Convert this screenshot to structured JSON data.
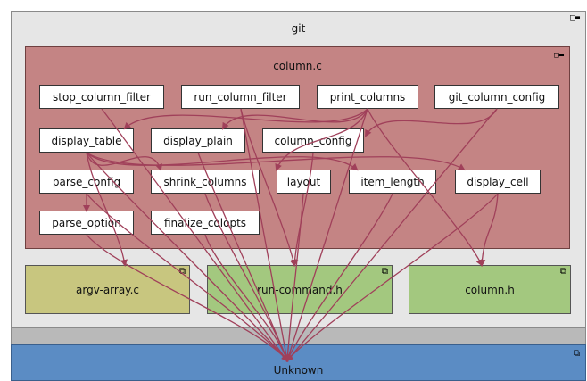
{
  "containers": {
    "git": {
      "title": "git"
    },
    "column_c": {
      "title": "column.c"
    }
  },
  "window_controls": {
    "collapse_glyph": "□▬",
    "external_glyph": "⧉"
  },
  "nodes": {
    "stop_column_filter": "stop_column_filter",
    "run_column_filter": "run_column_filter",
    "print_columns": "print_columns",
    "git_column_config": "git_column_config",
    "display_table": "display_table",
    "display_plain": "display_plain",
    "column_config": "column_config",
    "parse_config": "parse_config",
    "shrink_columns": "shrink_columns",
    "layout": "layout",
    "item_length": "item_length",
    "display_cell": "display_cell",
    "parse_option": "parse_option",
    "finalize_colopts": "finalize_colopts"
  },
  "external": {
    "argv_array": "argv-array.c",
    "run_command": "run-command.h",
    "column_h": "column.h",
    "unknown": "Unknown"
  },
  "colors": {
    "edge": "#a0405a",
    "git_bg": "#e6e6e6",
    "column_bg": "#c48484",
    "argv_bg": "#c8c67f",
    "header_bg": "#a3c87f",
    "unknown_bg": "#5b8cc4"
  },
  "edges": [
    [
      "stop_column_filter",
      "unknown"
    ],
    [
      "run_column_filter",
      "unknown"
    ],
    [
      "run_column_filter",
      "run_command"
    ],
    [
      "print_columns",
      "display_table"
    ],
    [
      "print_columns",
      "display_plain"
    ],
    [
      "print_columns",
      "layout"
    ],
    [
      "print_columns",
      "unknown"
    ],
    [
      "print_columns",
      "column_h"
    ],
    [
      "git_column_config",
      "column_config"
    ],
    [
      "git_column_config",
      "unknown"
    ],
    [
      "display_table",
      "shrink_columns"
    ],
    [
      "display_table",
      "display_cell"
    ],
    [
      "display_table",
      "item_length"
    ],
    [
      "display_table",
      "argv_array"
    ],
    [
      "display_table",
      "unknown"
    ],
    [
      "display_plain",
      "unknown"
    ],
    [
      "column_config",
      "run_command"
    ],
    [
      "parse_config",
      "parse_option"
    ],
    [
      "parse_config",
      "unknown"
    ],
    [
      "shrink_columns",
      "unknown"
    ],
    [
      "layout",
      "unknown"
    ],
    [
      "item_length",
      "unknown"
    ],
    [
      "display_cell",
      "unknown"
    ],
    [
      "display_cell",
      "column_h"
    ],
    [
      "parse_option",
      "unknown"
    ],
    [
      "finalize_colopts",
      "unknown"
    ]
  ]
}
